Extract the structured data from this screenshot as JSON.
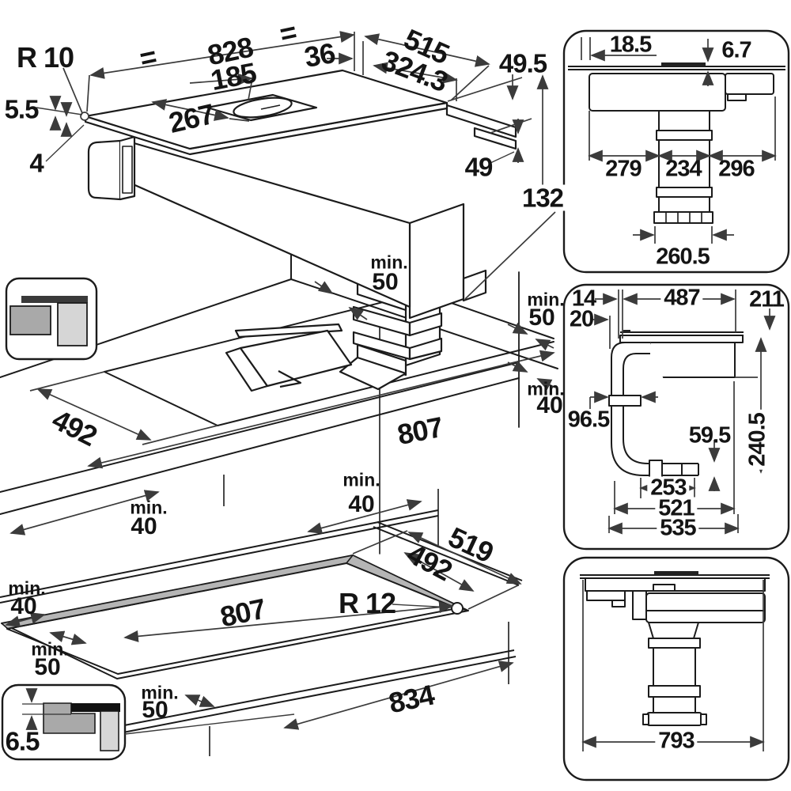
{
  "common": {
    "min": "min.",
    "v40": "40",
    "v50": "50",
    "eq": "="
  },
  "iso": {
    "r10": "R 10",
    "d828": "828",
    "d36": "36",
    "d515": "515",
    "d324_3": "324.3",
    "d49_5": "49.5",
    "d185": "185",
    "d267": "267",
    "d5_5": "5.5",
    "d4": "4",
    "d49": "49",
    "d132": "132",
    "d492": "492",
    "d807": "807"
  },
  "plan": {
    "d519": "519",
    "d492": "492",
    "r12": "R 12",
    "d807": "807",
    "d834": "834"
  },
  "inset": {
    "flush_gap": "6.5"
  },
  "panel_top": {
    "d18_5": "18.5",
    "d6_7": "6.7",
    "d279": "279",
    "d234": "234",
    "d296": "296",
    "d260_5": "260.5"
  },
  "panel_mid": {
    "d14": "14",
    "d487": "487",
    "d211": "211",
    "d20": "20",
    "d96_5": "96.5",
    "d59_5": "59.5",
    "d240_5": "240.5",
    "d253": "253",
    "d521": "521",
    "d535": "535"
  },
  "panel_bottom": {
    "d793": "793"
  },
  "colors": {
    "line": "#1b1b1b",
    "dim": "#3b3b3b",
    "worktop_dark": "#2e2e2e",
    "appliance_gray": "#a9a9a9",
    "cabinet_gray": "#d6d6d6",
    "rim_gray": "#b5b5b5"
  }
}
